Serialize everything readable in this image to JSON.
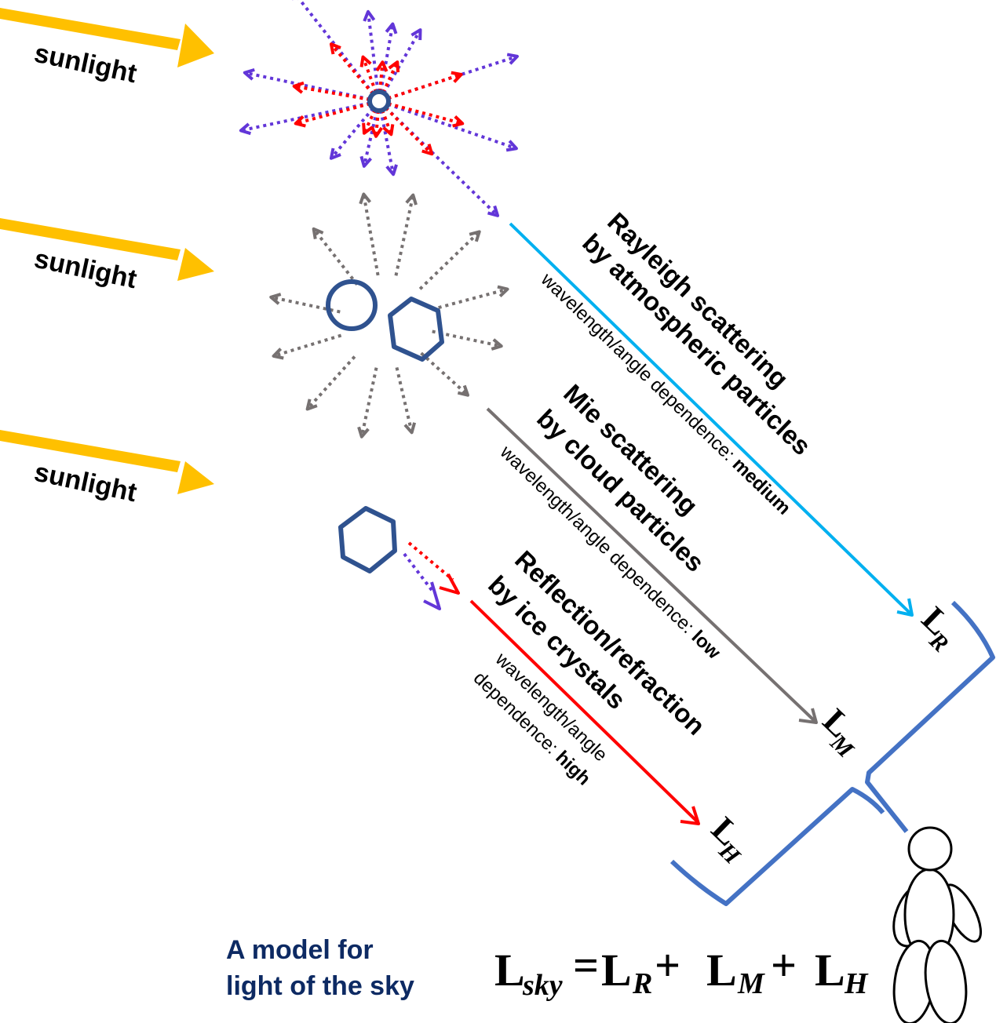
{
  "sunlight": {
    "label": "sunlight",
    "color": "#ffc000",
    "count": 3
  },
  "processes": [
    {
      "id": "rayleigh",
      "title_line1": "Rayleigh scattering",
      "title_line2": "by atmospheric particles",
      "dependence_prefix": "wavelength/angle dependence: ",
      "dependence_value": "medium",
      "particle": "small-circle",
      "line_color": "#00b0f0",
      "result": "L",
      "result_sub": "R"
    },
    {
      "id": "mie",
      "title_line1": "Mie scattering",
      "title_line2": "by cloud particles",
      "dependence_prefix": "wavelength/angle dependence: ",
      "dependence_value": "low",
      "particle": "circle-and-hexagon",
      "line_color": "#767171",
      "result": "L",
      "result_sub": "M"
    },
    {
      "id": "ice",
      "title_line1": "Reflection/refraction",
      "title_line2": "by ice crystals",
      "dependence_line1": "wavelength/angle",
      "dependence_prefix": "dependence: ",
      "dependence_value": "high",
      "particle": "hexagon",
      "line_color": "#ff0000",
      "result": "L",
      "result_sub": "H"
    }
  ],
  "colors": {
    "particle_outline": "#2f528f",
    "scatter_blue": "#6236d8",
    "scatter_red": "#ff0000",
    "scatter_gray": "#767171",
    "bracket": "#4472c4",
    "model_text": "#0d2a63"
  },
  "model_caption": {
    "line1": "A model for",
    "line2": "light of the sky"
  },
  "equation": {
    "lhs": "L",
    "lhs_sub": "sky",
    "equals": "=",
    "terms": [
      {
        "base": "L",
        "sub": "R"
      },
      {
        "base": "L",
        "sub": "M"
      },
      {
        "base": "L",
        "sub": "H"
      }
    ],
    "plus": "+"
  },
  "observer": "person-figure"
}
